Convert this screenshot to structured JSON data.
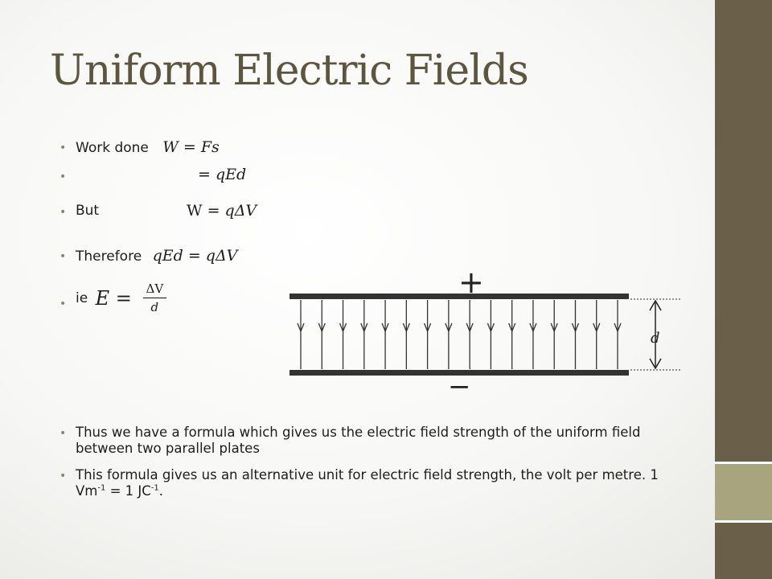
{
  "title": "Uniform Electric Fields",
  "bullets": {
    "b1": {
      "text": "Work done",
      "lhs": "W",
      "eq": "=",
      "rhs": "Fs"
    },
    "b2": {
      "eq": "=",
      "rhs": "qEd"
    },
    "b3": {
      "text": "But",
      "lhs": "W",
      "eq": "=",
      "rhs": "qΔV"
    },
    "b4": {
      "text": "Therefore",
      "lhs": "qEd",
      "eq": "=",
      "rhs": "qΔV"
    },
    "b5": {
      "text": "ie",
      "lhs": "E",
      "eq": "=",
      "num": "ΔV",
      "den": "d"
    }
  },
  "paragraphs": {
    "p1": "Thus we have a formula which gives us the electric field strength of the uniform field between two parallel plates",
    "p2_text": "This formula gives us an alternative unit for electric field strength, the volt per metre. 1 Vm",
    "p2_exp1": "-1",
    "p2_mid": " = 1 JC",
    "p2_exp2": "-1",
    "p2_end": "."
  },
  "figure": {
    "positive_sign": "+",
    "negative_sign": "−",
    "distance_label": "d",
    "field_line_count": 16
  },
  "colors": {
    "title": "#5c5640",
    "sidebar": "#6a6049",
    "sidebar_accent": "#a8a47e"
  }
}
